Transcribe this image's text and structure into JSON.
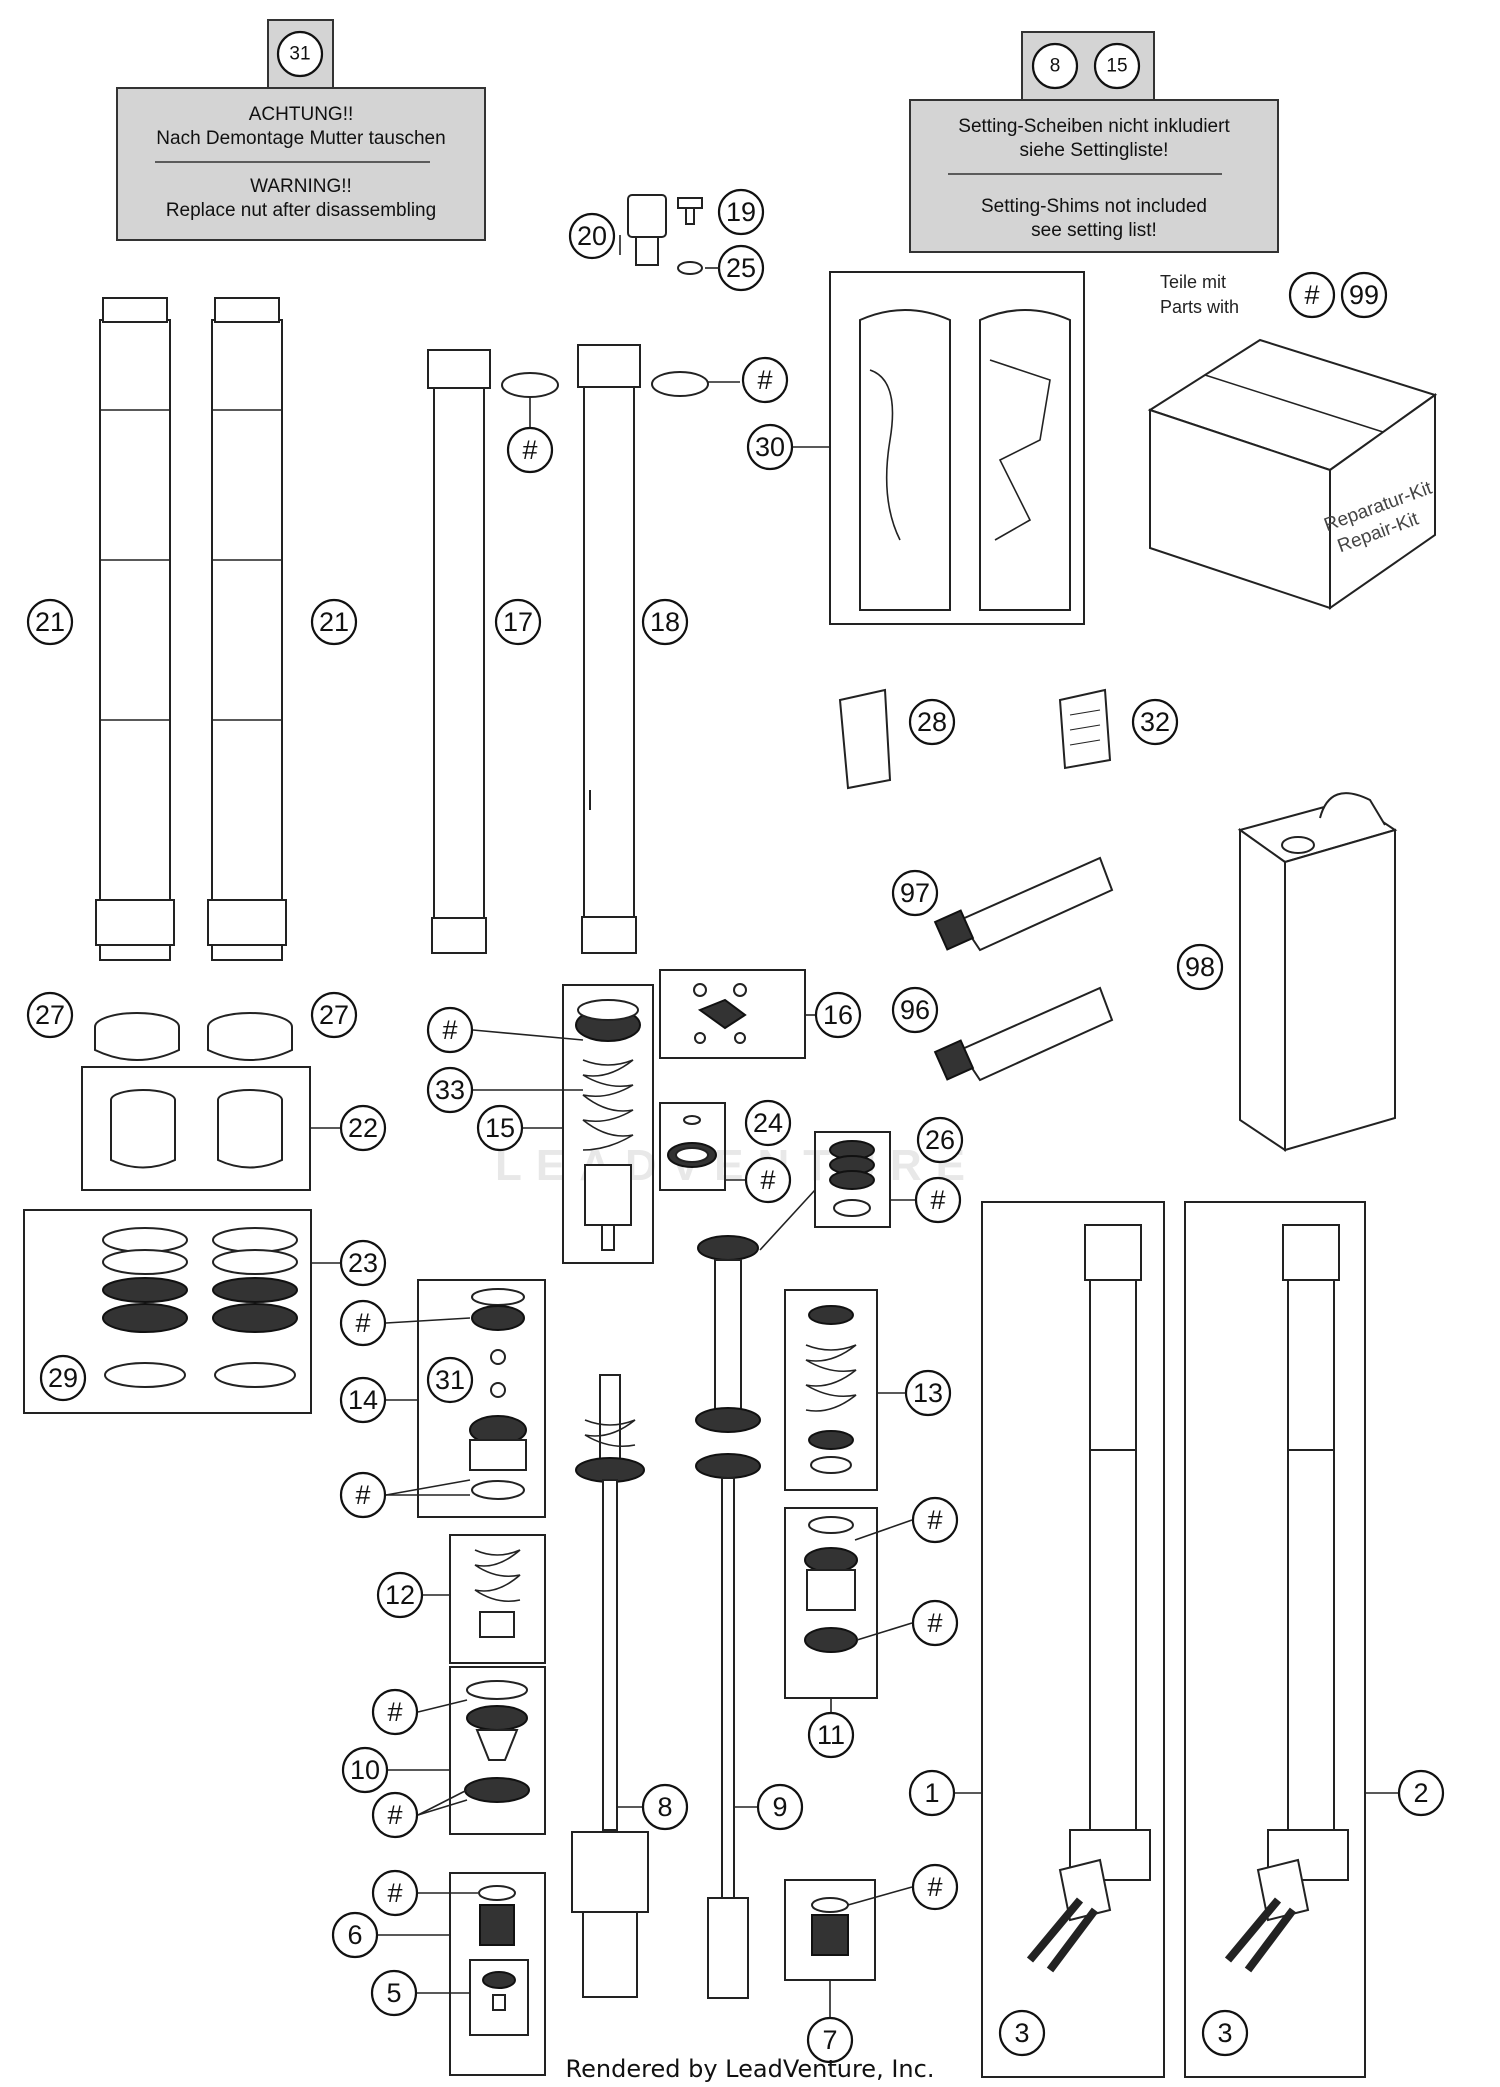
{
  "notes": {
    "nut_warning": {
      "ref": "31",
      "line1": "ACHTUNG!!",
      "line2": "Nach Demontage Mutter tauschen",
      "line3": "WARNING!!",
      "line4": "Replace nut after disassembling"
    },
    "shims": {
      "ref_a": "8",
      "ref_b": "15",
      "line1": "Setting-Scheiben nicht inkludiert",
      "line2": "siehe Settingliste!",
      "line3": "Setting-Shims not included",
      "line4": "see setting list!"
    },
    "kit": {
      "line1": "Teile mit",
      "line2": "Parts with",
      "ref_hash": "#",
      "ref_99": "99",
      "box_line1": "Reparatur-Kit",
      "box_line2": "Repair-Kit"
    }
  },
  "watermark": "LEADVENTURE",
  "footer": "Rendered by LeadVenture, Inc.",
  "callouts": {
    "c21a": "21",
    "c21b": "21",
    "c17": "17",
    "c18": "18",
    "c20": "20",
    "c19": "19",
    "c25": "25",
    "h1": "#",
    "h2": "#",
    "c30": "30",
    "c28": "28",
    "c32": "32",
    "c97": "97",
    "c96": "96",
    "c98": "98",
    "c27a": "27",
    "c27b": "27",
    "c22": "22",
    "c23": "23",
    "c29": "29",
    "h3": "#",
    "c33": "33",
    "c15": "15",
    "c16": "16",
    "c24": "24",
    "h4": "#",
    "c26": "26",
    "h5": "#",
    "h6": "#",
    "c14": "14",
    "c31": "31",
    "h7": "#",
    "c13": "13",
    "c12": "12",
    "h8": "#",
    "h9": "#",
    "c11": "11",
    "h10": "#",
    "c10": "10",
    "h11": "#",
    "c8": "8",
    "c9": "9",
    "c1": "1",
    "c2": "2",
    "h12": "#",
    "c6": "6",
    "c5": "5",
    "h13": "#",
    "c7": "7",
    "c3a": "3",
    "c3b": "3"
  }
}
